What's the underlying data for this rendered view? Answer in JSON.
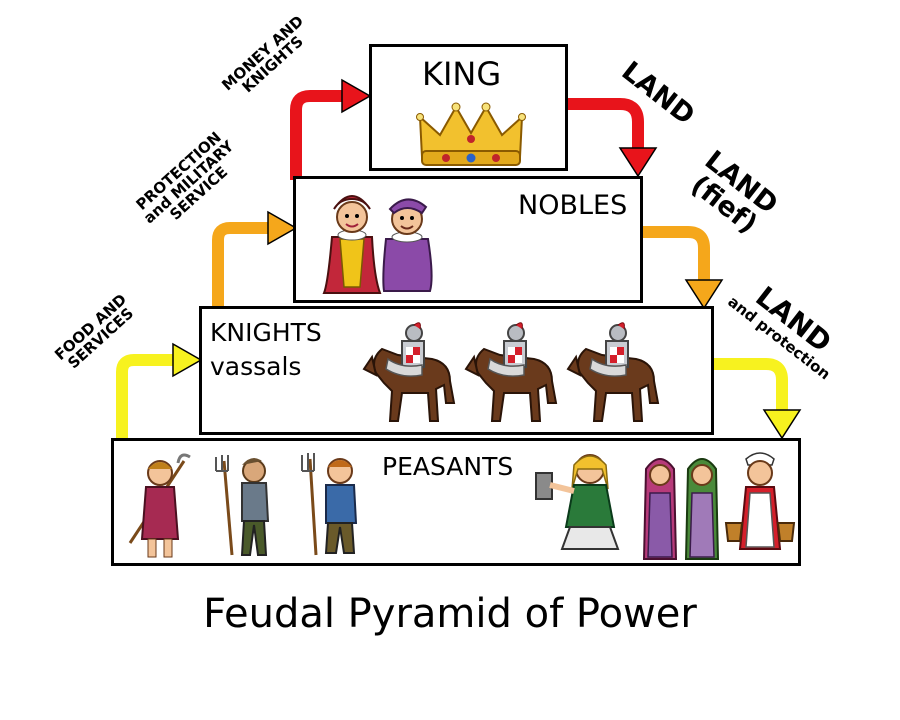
{
  "title": "Feudal Pyramid of Power",
  "tiers": {
    "king": "KING",
    "nobles": "NOBLES",
    "knights_line1": "KNIGHTS",
    "knights_line2": "vassals",
    "peasants": "PEASANTS"
  },
  "flows": {
    "money_knights_l1": "MONEY AND",
    "money_knights_l2": "KNIGHTS",
    "protection_l1": "PROTECTION",
    "protection_l2": "and MILITARY",
    "protection_l3": "SERVICE",
    "food_l1": "FOOD AND",
    "food_l2": "SERVICES",
    "land_king": "LAND",
    "land_fief_l1": "LAND",
    "land_fief_l2": "(fief)",
    "land_prot_l1": "LAND",
    "land_prot_l2": "and protection"
  },
  "colors": {
    "king_arrow": "#e8141b",
    "nobles_arrow": "#f5a71b",
    "knights_arrow": "#f7f21f",
    "border": "#000000"
  },
  "icons": [
    "crown-icon",
    "noble-couple-icon",
    "knight-on-horse-icon",
    "peasant-icon"
  ]
}
